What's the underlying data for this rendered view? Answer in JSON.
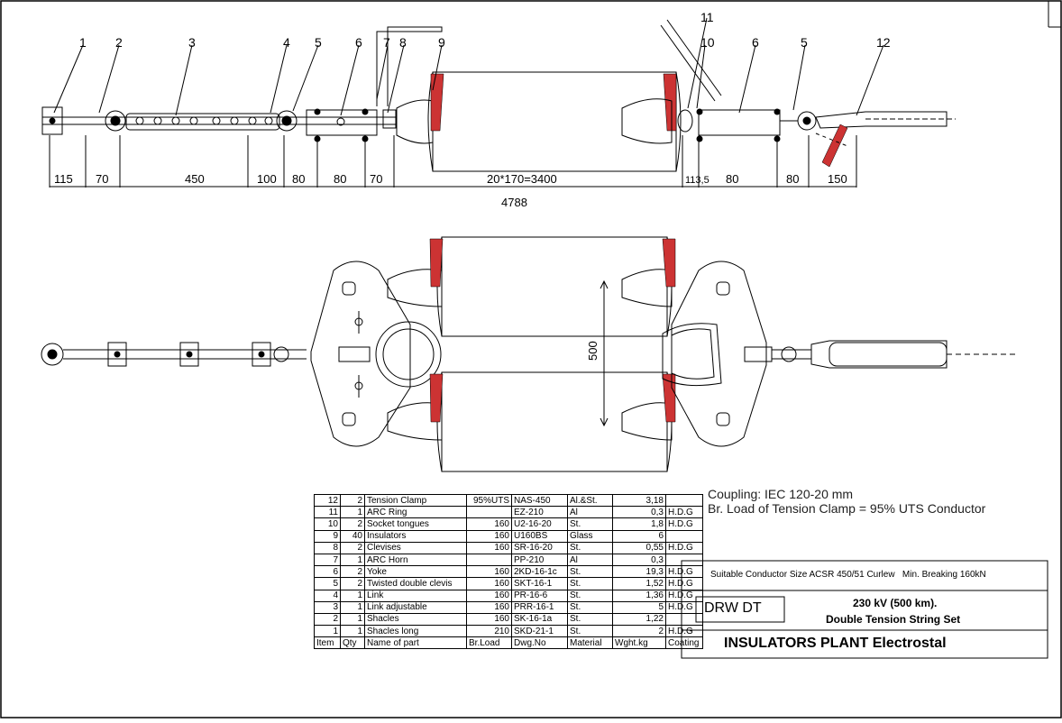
{
  "callouts_top": [
    "1",
    "2",
    "3",
    "4",
    "5",
    "6",
    "7",
    "8",
    "9",
    "11",
    "10",
    "6",
    "5",
    "12"
  ],
  "dims_top": [
    "115",
    "70",
    "450",
    "100",
    "80",
    "80",
    "70",
    "20*170=3400",
    "113,5",
    "80",
    "80",
    "150"
  ],
  "total_length": "4788",
  "spacing_dim": "500",
  "notes": {
    "coupling": "Coupling: IEC 120-20 mm",
    "br_load": "Br. Load of Tension Clamp = 95% UTS Conductor"
  },
  "bom": {
    "header": [
      "Item",
      "Qty",
      "Name of part",
      "Br.Load",
      "Dwg.No",
      "Material",
      "Wght.kg",
      "Coating"
    ],
    "rows": [
      [
        "12",
        "2",
        "Tension Clamp",
        "95%UTS",
        "NAS-450",
        "Al.&St.",
        "3,18",
        ""
      ],
      [
        "11",
        "1",
        "ARC Ring",
        "",
        "EZ-210",
        "Al",
        "0,3",
        "H.D.G"
      ],
      [
        "10",
        "2",
        "Socket tongues",
        "160",
        "U2-16-20",
        "St.",
        "1,8",
        "H.D.G"
      ],
      [
        "9",
        "40",
        "Insulators",
        "160",
        "U160BS",
        "Glass",
        "6",
        ""
      ],
      [
        "8",
        "2",
        "Clevises",
        "160",
        "SR-16-20",
        "St.",
        "0,55",
        "H.D.G"
      ],
      [
        "7",
        "1",
        "ARC Horn",
        "",
        "PP-210",
        "Al",
        "0,3",
        ""
      ],
      [
        "6",
        "2",
        "Yoke",
        "160",
        "2KD-16-1c",
        "St.",
        "19,3",
        "H.D.G"
      ],
      [
        "5",
        "2",
        "Twisted double clevis",
        "160",
        "SKT-16-1",
        "St.",
        "1,52",
        "H.D.G"
      ],
      [
        "4",
        "1",
        "Link",
        "160",
        "PR-16-6",
        "St.",
        "1,36",
        "H.D.G"
      ],
      [
        "3",
        "1",
        "Link adjustable",
        "160",
        "PRR-16-1",
        "St.",
        "5",
        "H.D.G"
      ],
      [
        "2",
        "1",
        "Shacles",
        "160",
        "SK-16-1a",
        "St.",
        "1,22",
        ""
      ],
      [
        "1",
        "1",
        "Shacles long",
        "210",
        "SKD-21-1",
        "St.",
        "2",
        "H.D.G"
      ]
    ]
  },
  "title_block": {
    "conductor": "Suitable Conductor Size ACSR 450/51 Curlew",
    "min_breaking": "Min. Breaking 160kN",
    "drawing_code": "DRW DT",
    "voltage": "230 kV (500 km).",
    "set_name": "Double Tension String Set",
    "company": "INSULATORS PLANT Electrostal"
  }
}
